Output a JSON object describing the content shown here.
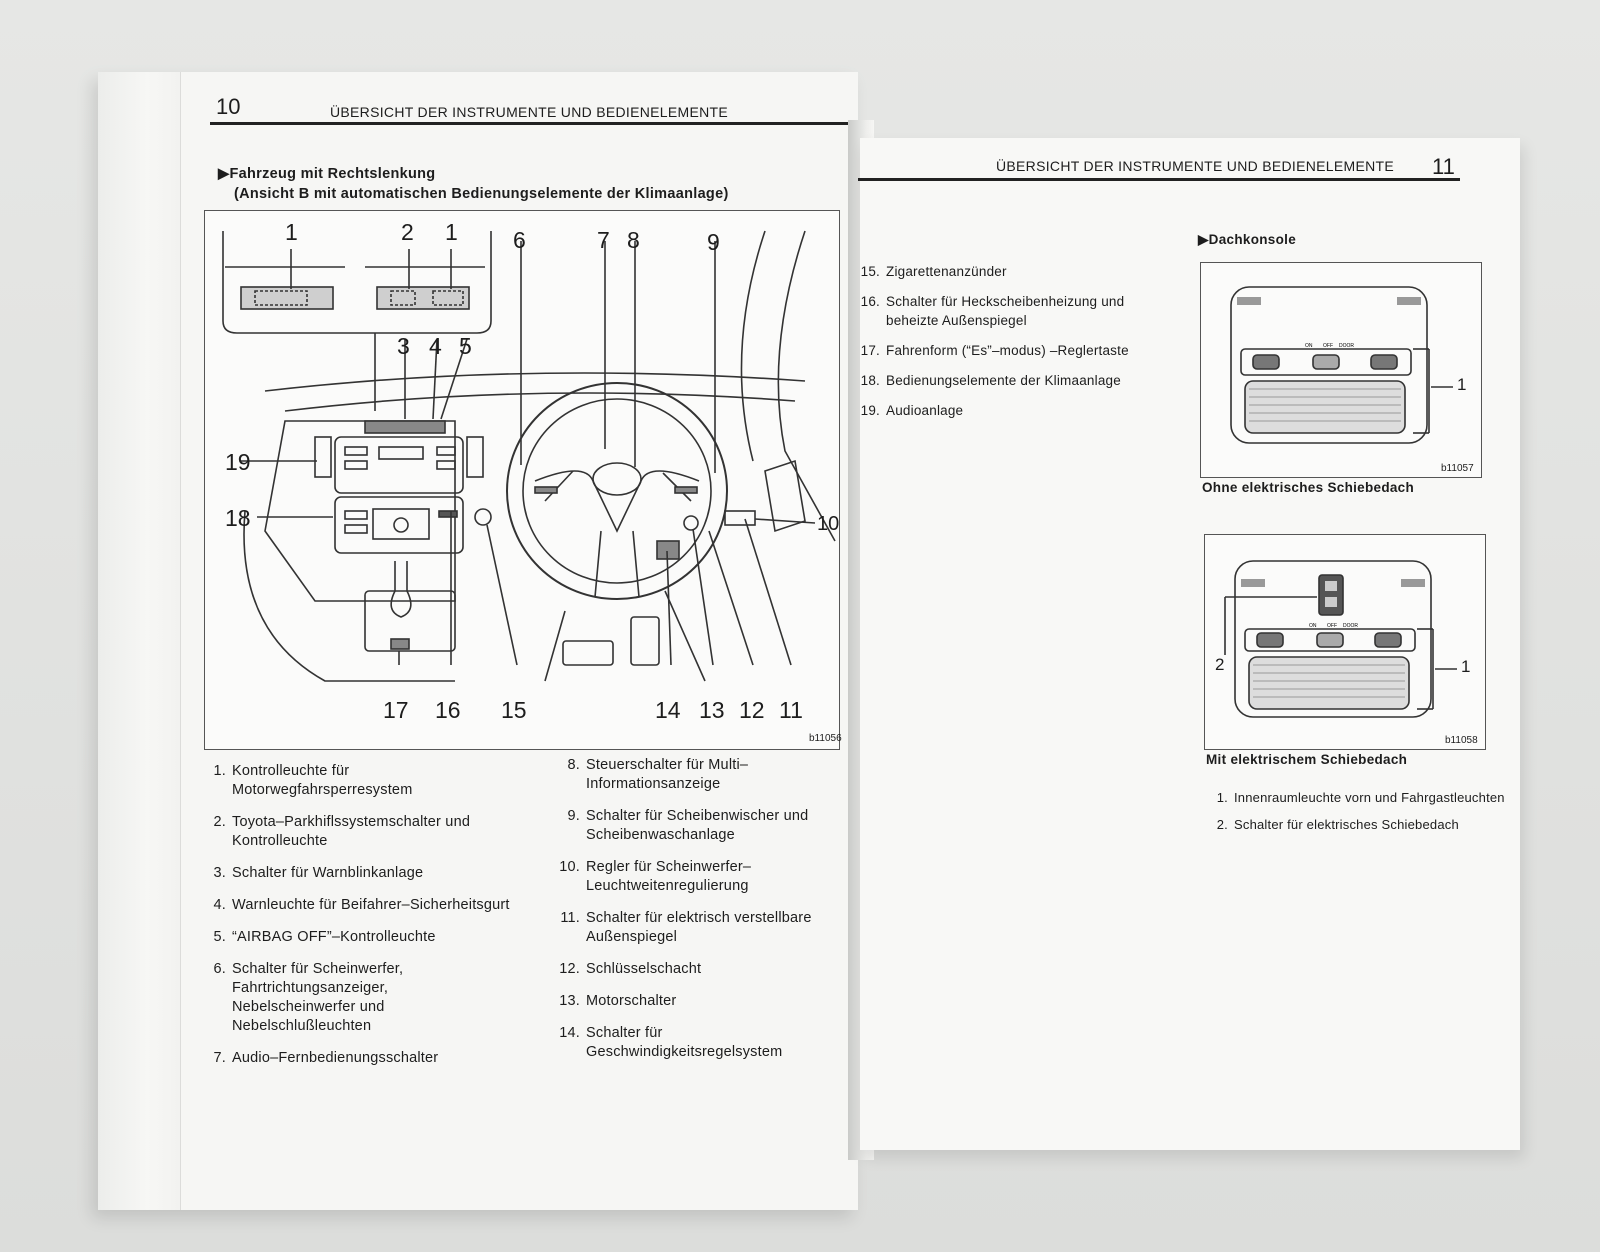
{
  "left_page": {
    "page_number": "10",
    "header": "ÜBERSICHT DER INSTRUMENTE UND BEDIENELEMENTE",
    "section_line1": "▶Fahrzeug mit Rechtslenkung",
    "section_line2": "(Ansicht B mit automatischen Bedienungselemente der Klimaanlage)",
    "figure_code": "b11056",
    "callouts": [
      "1",
      "2",
      "1",
      "6",
      "7",
      "8",
      "9",
      "3",
      "4",
      "5",
      "19",
      "18",
      "10",
      "17",
      "16",
      "15",
      "14",
      "13",
      "12",
      "11"
    ],
    "items_col1": [
      {
        "num": "1.",
        "text": "Kontrolleuchte für Motorwegfahrsperresystem"
      },
      {
        "num": "2.",
        "text": "Toyota–Parkhiflssystemschalter und Kontrolleuchte"
      },
      {
        "num": "3.",
        "text": "Schalter für Warnblinkanlage"
      },
      {
        "num": "4.",
        "text": "Warnleuchte für Beifahrer–Sicherheitsgurt"
      },
      {
        "num": "5.",
        "text": "“AIRBAG OFF”–Kontrolleuchte"
      },
      {
        "num": "6.",
        "text": "Schalter für Scheinwerfer, Fahrtrichtungsanzeiger, Nebelscheinwerfer und Nebelschlußleuchten"
      },
      {
        "num": "7.",
        "text": "Audio–Fernbedienungsschalter"
      }
    ],
    "items_col2": [
      {
        "num": "8.",
        "text": "Steuerschalter für Multi–Informationsanzeige"
      },
      {
        "num": "9.",
        "text": "Schalter für Scheibenwischer und Scheibenwaschanlage"
      },
      {
        "num": "10.",
        "text": "Regler für Scheinwerfer–Leuchtweitenregulierung"
      },
      {
        "num": "11.",
        "text": "Schalter für elektrisch verstellbare Außenspiegel"
      },
      {
        "num": "12.",
        "text": "Schlüsselschacht"
      },
      {
        "num": "13.",
        "text": "Motorschalter"
      },
      {
        "num": "14.",
        "text": "Schalter für Geschwindigkeitsregelsystem"
      }
    ]
  },
  "right_page": {
    "page_number": "11",
    "header": "ÜBERSICHT DER INSTRUMENTE UND BEDIENELEMENTE",
    "items": [
      {
        "num": "15.",
        "text": "Zigarettenanzünder"
      },
      {
        "num": "16.",
        "text": "Schalter für Heckscheibenheizung und beheizte Außenspiegel"
      },
      {
        "num": "17.",
        "text": "Fahrenform (“Es”–modus) –Reglertaste"
      },
      {
        "num": "18.",
        "text": "Bedienungselemente der Klimaanlage"
      },
      {
        "num": "19.",
        "text": "Audioanlage"
      }
    ],
    "section": "▶Dachkonsole",
    "figure1": {
      "code": "b11057",
      "caption": "Ohne elektrisches Schiebedach",
      "callout": "1",
      "switch_labels": [
        "ON",
        "OFF",
        "DOOR"
      ]
    },
    "figure2": {
      "code": "b11058",
      "caption": "Mit elektrischem Schiebedach",
      "callouts": [
        "2",
        "1"
      ],
      "switch_labels": [
        "ON",
        "OFF",
        "DOOR"
      ]
    },
    "roof_items": [
      {
        "num": "1.",
        "text": "Innenraumleuchte vorn und Fahrgastleuchten"
      },
      {
        "num": "2.",
        "text": "Schalter für elektrisches Schiebedach"
      }
    ]
  }
}
